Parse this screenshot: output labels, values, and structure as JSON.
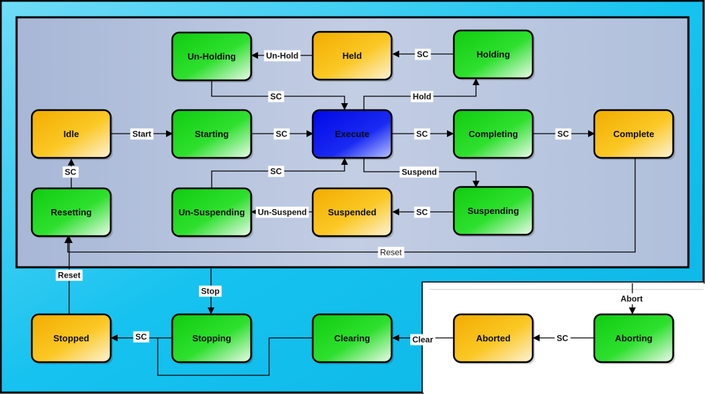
{
  "colors": {
    "outer_region": "#18c4ef",
    "inner_region": "#b2c1dc",
    "green_state": "#1ed01e",
    "orange_state": "#f4b400",
    "blue_state": "#0a10e0",
    "border": "#000000"
  },
  "states": {
    "unholding": "Un-Holding",
    "held": "Held",
    "holding": "Holding",
    "idle": "Idle",
    "starting": "Starting",
    "execute": "Execute",
    "completing": "Completing",
    "complete": "Complete",
    "resetting": "Resetting",
    "unsuspending": "Un-Suspending",
    "suspended": "Suspended",
    "suspending": "Suspending",
    "stopped": "Stopped",
    "stopping": "Stopping",
    "clearing": "Clearing",
    "aborted": "Aborted",
    "aborting": "Aborting"
  },
  "transitions": {
    "unhold": "Un-Hold",
    "sc_held_from_holding": "SC",
    "sc_unholding_to_execute": "SC",
    "hold": "Hold",
    "start": "Start",
    "sc_starting_to_execute": "SC",
    "sc_execute_to_completing": "SC",
    "sc_completing_to_complete": "SC",
    "sc_resetting_to_idle": "SC",
    "sc_unsuspending_to_execute": "SC",
    "suspend": "Suspend",
    "unsuspend": "Un-Suspend",
    "sc_suspending_to_suspended": "SC",
    "reset_from_complete": "Reset",
    "reset_from_stopped": "Reset",
    "stop": "Stop",
    "sc_stopping_to_stopped": "SC",
    "clear": "Clear",
    "sc_aborting_to_aborted": "SC",
    "abort": "Abort"
  }
}
